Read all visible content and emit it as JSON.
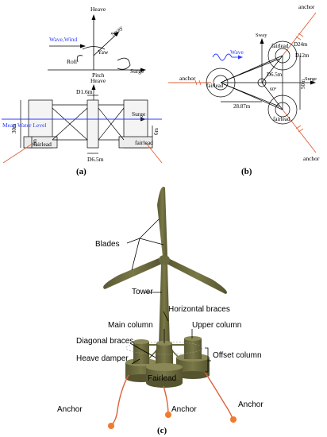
{
  "panel_a": {
    "caption": "(a)",
    "labels": {
      "heave_top": "Heave",
      "wave_wind": "Wave,Wind",
      "sway": "Sway",
      "yaw": "Yaw",
      "roll": "Roll",
      "pitch": "Pitch",
      "surge_top": "Surge",
      "heave_mid": "Heave",
      "d16": "D1.6m",
      "surge_mid": "Surge",
      "mwl": "Mean Water Level",
      "h30": "30m",
      "h3": "3m",
      "h6": "6m",
      "fairlead_l": "fairlead",
      "fairlead_r": "fairlead",
      "d65": "D6.5m"
    }
  },
  "panel_b": {
    "caption": "(b)",
    "labels": {
      "anchor_tr": "anchor",
      "sway": "Sway",
      "wave": "Wave",
      "fairlead_top": "fairlead",
      "d24": "D24m",
      "d12": "D12m",
      "anchor_l": "anchor",
      "fairlead_left": "fairlead",
      "d65": "D6.5m",
      "deg60": "60°",
      "dim50": "50m",
      "surge": "Surge",
      "dim2887": "28.87m",
      "fairlead_bottom": "fairlead",
      "anchor_br": "anchor"
    }
  },
  "panel_c": {
    "caption": "(c)",
    "labels": {
      "blades": "Blades",
      "tower": "Tower",
      "horizontal_braces": "Horizontal braces",
      "main_column": "Main column",
      "upper_column": "Upper column",
      "diagonal_braces": "Diagonal braces",
      "offset_column": "Offset column",
      "heave_damper": "Heave damper",
      "fairlead": "Fairlead",
      "anchor_left": "Anchor",
      "anchor_mid": "Anchor",
      "anchor_right": "Anchor"
    }
  },
  "colors": {
    "anchor_line": "#e0603a",
    "anchor_dot": "#f07a30",
    "water_line": "#2c3cff",
    "wave_text": "#2c3cff",
    "turbine": "#6b6a3e"
  }
}
